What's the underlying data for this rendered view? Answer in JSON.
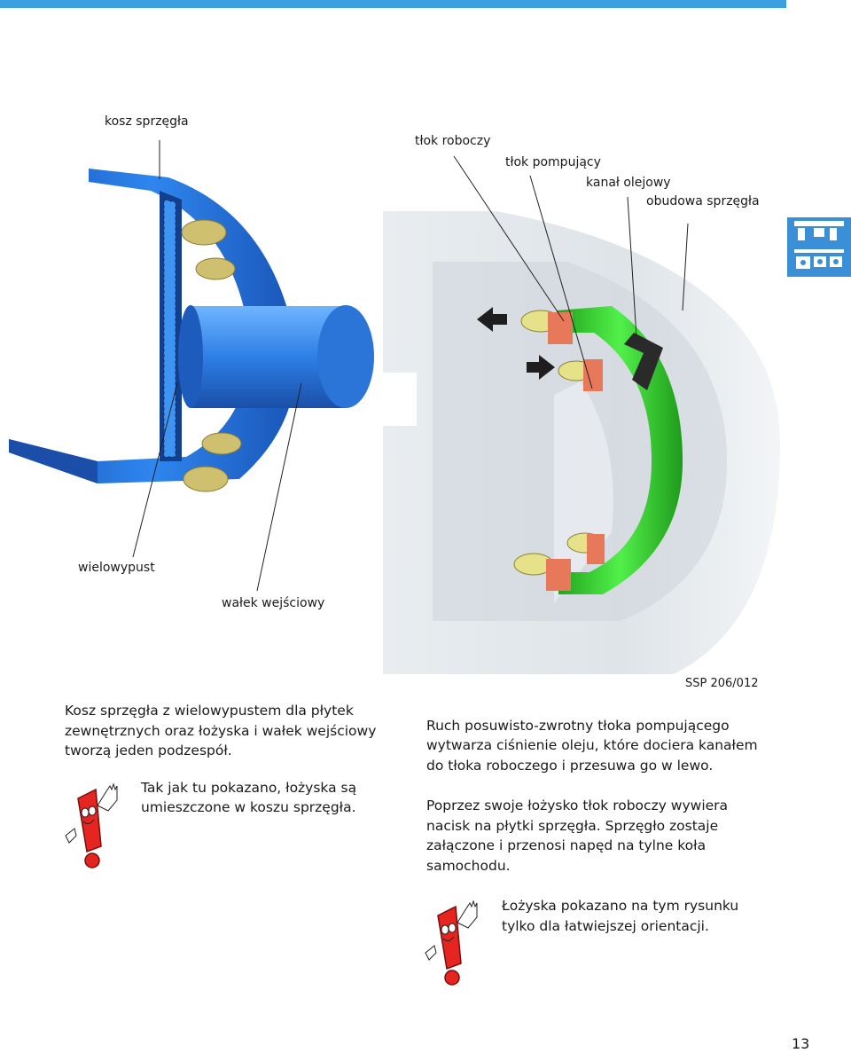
{
  "labels": {
    "clutch_basket": "kosz sprzęgła",
    "working_piston": "tłok roboczy",
    "pumping_piston": "tłok pompujący",
    "oil_channel": "kanał olejowy",
    "clutch_housing": "obudowa sprzęgła",
    "spline": "wielowypust",
    "input_shaft": "wałek wejściowy"
  },
  "figure_ref": "SSP 206/012",
  "left_text": {
    "paragraph": "Kosz sprzęgła z wielowypustem dla płytek zewnętrznych oraz łożyska i wałek wejściowy tworzą jeden podzespół.",
    "note_line1": "Tak jak tu pokazano, łożyska są",
    "note_line2": "umieszczone w koszu sprzęgła."
  },
  "right_text": {
    "p1_line1": "Ruch posuwisto-zwrotny tłoka pompującego",
    "p1_line2": "wytwarza ciśnienie oleju, które dociera kanałem",
    "p1_line3": "do tłoka roboczego i przesuwa go w lewo.",
    "p2_line1": "Poprzez swoje łożysko tłok roboczy wywiera",
    "p2_line2": "nacisk na płytki sprzęgła. Sprzęgło zostaje",
    "p2_line3": "załączone i przenosi napęd na tylne koła",
    "p2_line4": "samochodu.",
    "note_line1": "Łożyska pokazano na tym rysunku",
    "note_line2": "tylko dla łatwiejszej orientacji."
  },
  "page_number": "13",
  "colors": {
    "brand_blue": "#3a8fd6",
    "basket_blue": "#2e7fe0",
    "piston_green": "#3ed83a",
    "housing_grey": "#dfe4e8",
    "bearing_olive": "#cfc070",
    "seal_orange": "#e8785a"
  }
}
